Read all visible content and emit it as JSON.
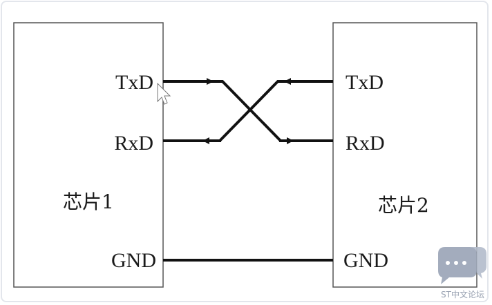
{
  "chip1": {
    "label": "芯片1",
    "pins": {
      "txd": "TxD",
      "rxd": "RxD",
      "gnd": "GND"
    }
  },
  "chip2": {
    "label": "芯片2",
    "pins": {
      "txd": "TxD",
      "rxd": "RxD",
      "gnd": "GND"
    }
  },
  "watermark": {
    "text": "ST中文论坛",
    "icon": "chat-bubble-icon"
  },
  "colors": {
    "line": "#111111",
    "box_border": "#555555",
    "frame": "#e3e6ec",
    "watermark": "#8c96a8"
  }
}
